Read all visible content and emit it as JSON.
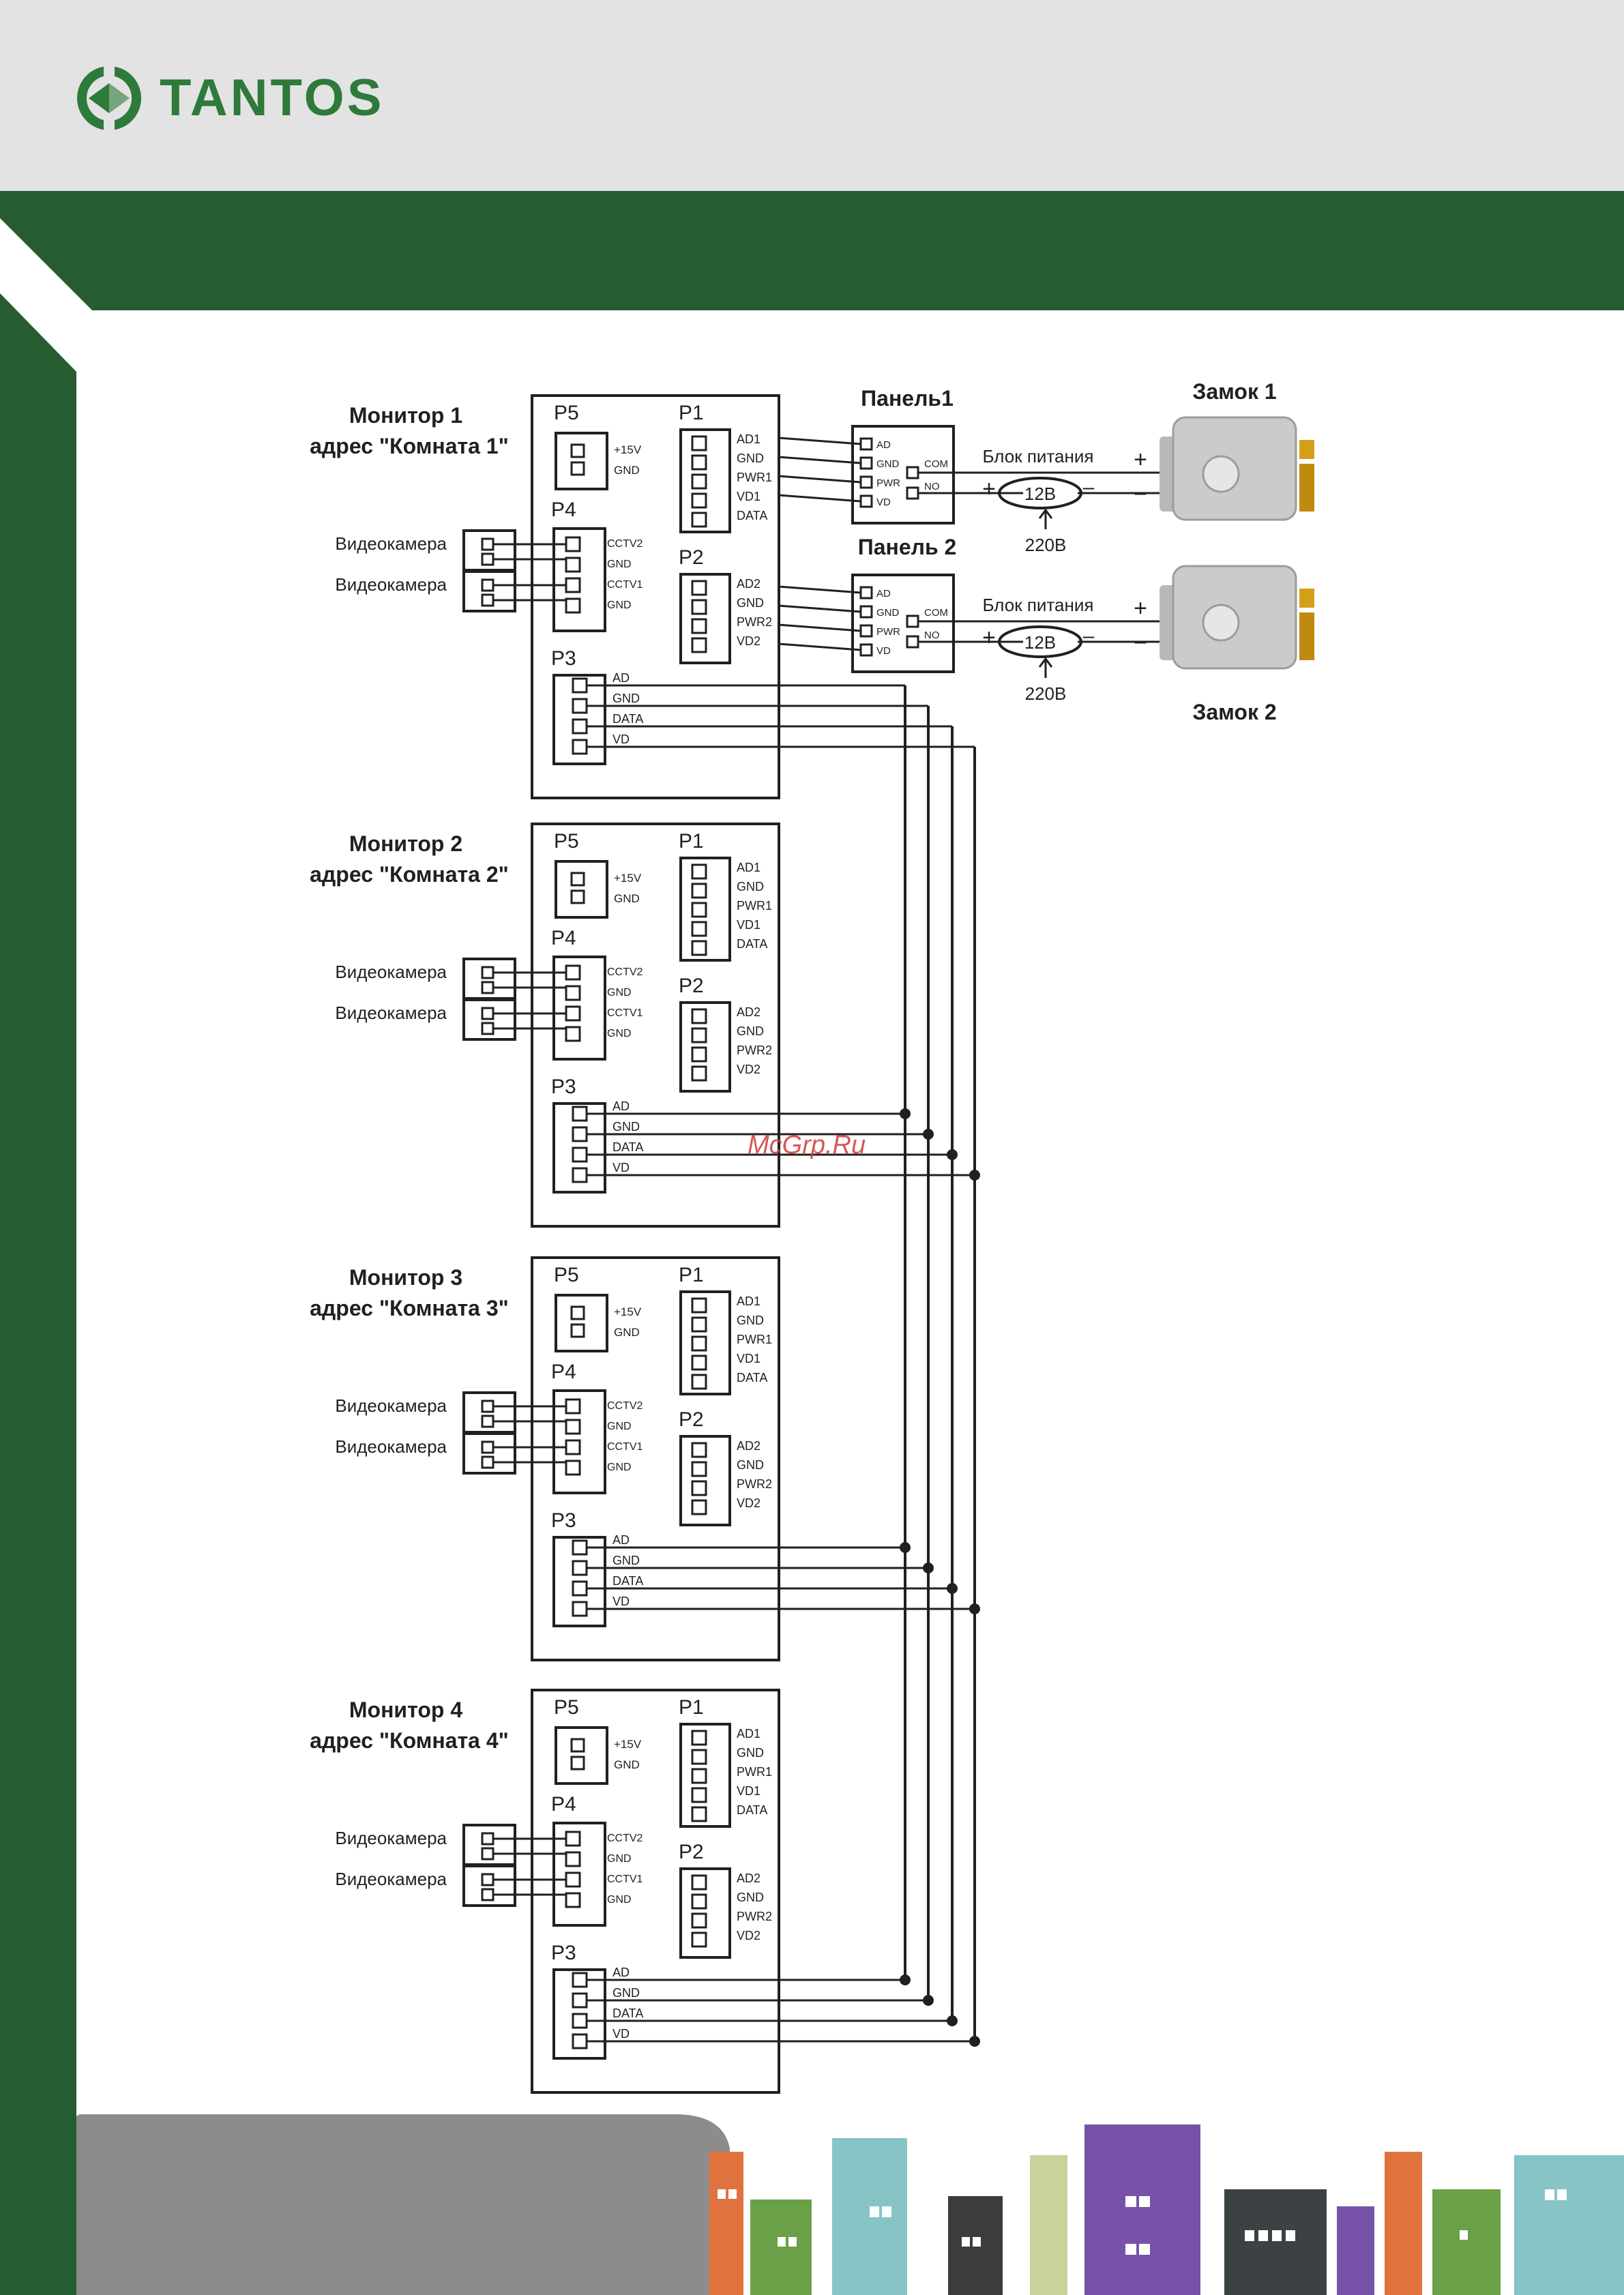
{
  "brand": {
    "name": "TANTOS",
    "color": "#2e7a3a",
    "frame_color": "#265c30"
  },
  "monitors": [
    {
      "title": "Монитор 1",
      "address": "адрес \"Комната 1\""
    },
    {
      "title": "Монитор 2",
      "address": "адрес \"Комната 2\""
    },
    {
      "title": "Монитор 3",
      "address": "адрес \"Комната 3\""
    },
    {
      "title": "Монитор 4",
      "address": "адрес \"Комната 4\""
    }
  ],
  "connectors": {
    "p5": {
      "label": "P5",
      "pins": [
        "+15V",
        "GND"
      ]
    },
    "p1": {
      "label": "P1",
      "pins": [
        "AD1",
        "GND",
        "PWR1",
        "VD1",
        "DATA"
      ]
    },
    "p4": {
      "label": "P4",
      "pins": [
        "CCTV2",
        "GND",
        "CCTV1",
        "GND"
      ]
    },
    "p2": {
      "label": "P2",
      "pins": [
        "AD2",
        "GND",
        "PWR2",
        "VD2"
      ]
    },
    "p3": {
      "label": "P3",
      "pins": [
        "AD",
        "GND",
        "DATA",
        "VD"
      ]
    }
  },
  "camera_label": "Видеокамера",
  "panels": [
    {
      "title": "Панель1",
      "pins": [
        "AD",
        "GND",
        "PWR",
        "VD"
      ],
      "relay": [
        "COM",
        "NO"
      ]
    },
    {
      "title": "Панель 2",
      "pins": [
        "AD",
        "GND",
        "PWR",
        "VD"
      ],
      "relay": [
        "COM",
        "NO"
      ]
    }
  ],
  "power_supply": {
    "label": "Блок питания",
    "output": "12В",
    "input": "220В"
  },
  "locks": [
    "Замок 1",
    "Замок 2"
  ],
  "polarity": {
    "plus": "+",
    "minus": "–"
  },
  "watermark": "McGrp.Ru"
}
